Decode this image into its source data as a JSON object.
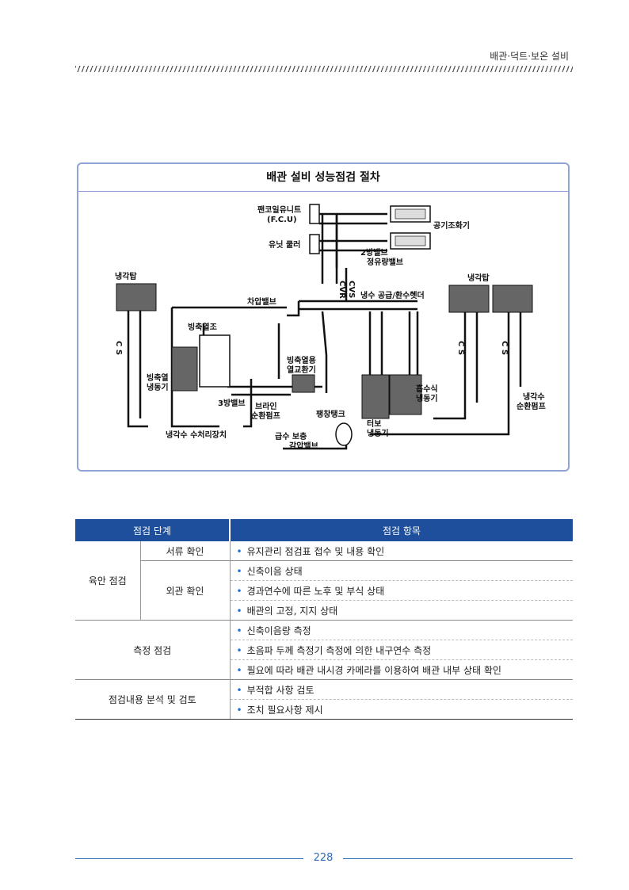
{
  "header": {
    "title": "배관·덕트·보온 설비"
  },
  "diagram": {
    "title": "배관 설비 성능점검 절차",
    "labels": {
      "fcu": "팬코일유니트",
      "fcu2": "(F.C.U)",
      "unit_cooler": "유닛 쿨러",
      "ahu": "공기조화기",
      "two_way": "2방밸브",
      "flow_valve": "정유량밸브",
      "cvr": "CVR",
      "cvs": "CVS",
      "cooling_tower_l": "냉각탑",
      "cooling_tower_r": "냉각탑",
      "diff_valve": "차압밸브",
      "header": "냉수 공급/환수헷더",
      "ice_tank": "빙축열조",
      "hx1": "빙축열용",
      "hx2": "열교환기",
      "ice_chiller1": "빙축열",
      "ice_chiller2": "냉동기",
      "three_way": "3방밸브",
      "brine1": "브라인",
      "brine2": "순환펌프",
      "exp_tank": "팽창탱크",
      "absorb1": "흡수식",
      "absorb2": "냉동기",
      "turbo1": "터보",
      "turbo2": "냉동기",
      "cw_pump1": "냉각수",
      "cw_pump2": "순환펌프",
      "water_treat": "냉각수 수처리장치",
      "makeup": "급수 보충",
      "prv": "감압밸브",
      "cs": "C S"
    }
  },
  "table": {
    "headers": [
      "점검 단계",
      "점검 항목"
    ],
    "groups": {
      "visual": "육안 점검",
      "document": "서류 확인",
      "exterior": "외관 확인",
      "measure": "측정 점검",
      "analysis": "점검내용 분석 및 검토"
    },
    "items": [
      "유지관리 점검표 접수 및 내용 확인",
      "신축이음 상태",
      "경과연수에 따른 노후 및 부식 상태",
      "배관의 고정, 지지 상태",
      "신축이음량 측정",
      "초음파 두께 측정기 측정에 의한 내구연수 측정",
      "필요에 따라 배관 내시경 카메라를 이용하여 배관 내부 상태 확인",
      "부적합 사항 검토",
      "조치 필요사항 제시"
    ],
    "bullet": "•"
  },
  "footer": {
    "page_number": "228"
  }
}
